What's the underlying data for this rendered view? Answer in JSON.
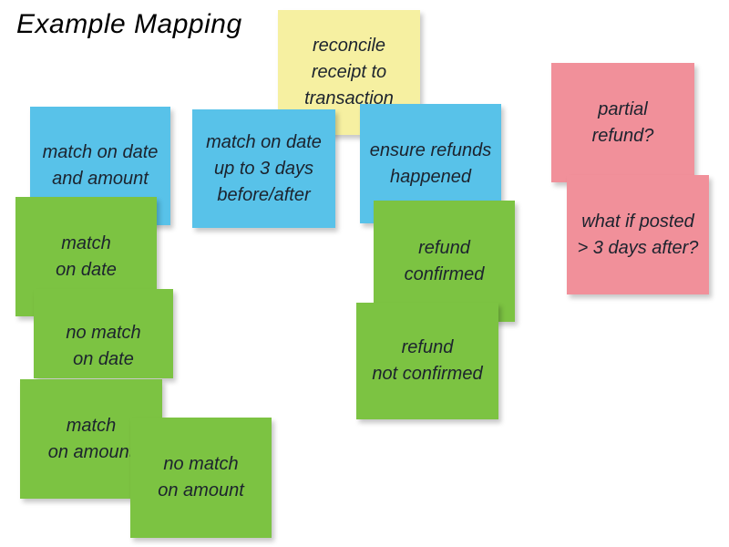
{
  "title": "Example Mapping",
  "colors": {
    "background": "#ffffff",
    "yellow": "#f6f0a1",
    "blue": "#58c2e9",
    "green": "#7cc342",
    "pink": "#f1909a",
    "note_text": "#1c232e",
    "title_text": "#000000"
  },
  "notes": [
    {
      "id": "story-reconcile",
      "color": "yellow",
      "text": "reconcile\nreceipt to\ntransaction"
    },
    {
      "id": "rule-match-date-amount",
      "color": "blue",
      "text": "match on date\nand amount"
    },
    {
      "id": "rule-match-3-days",
      "color": "blue",
      "text": "match on date\nup to 3 days\nbefore/after"
    },
    {
      "id": "rule-ensure-refunds",
      "color": "blue",
      "text": "ensure refunds\nhappened"
    },
    {
      "id": "question-partial-refund",
      "color": "pink",
      "text": "partial\nrefund?"
    },
    {
      "id": "question-posted-3-days",
      "color": "pink",
      "text": "what if posted\n> 3 days after?"
    },
    {
      "id": "example-match-on-date",
      "color": "green",
      "text": "match\non date"
    },
    {
      "id": "example-no-match-on-date",
      "color": "green",
      "text": "no match\non date"
    },
    {
      "id": "example-match-on-amount",
      "color": "green",
      "text": "match\non amount"
    },
    {
      "id": "example-no-match-on-amount",
      "color": "green",
      "text": "no match\non amount"
    },
    {
      "id": "example-refund-confirmed",
      "color": "green",
      "text": "refund\nconfirmed"
    },
    {
      "id": "example-refund-not-confirmed",
      "color": "green",
      "text": "refund\nnot confirmed"
    }
  ]
}
